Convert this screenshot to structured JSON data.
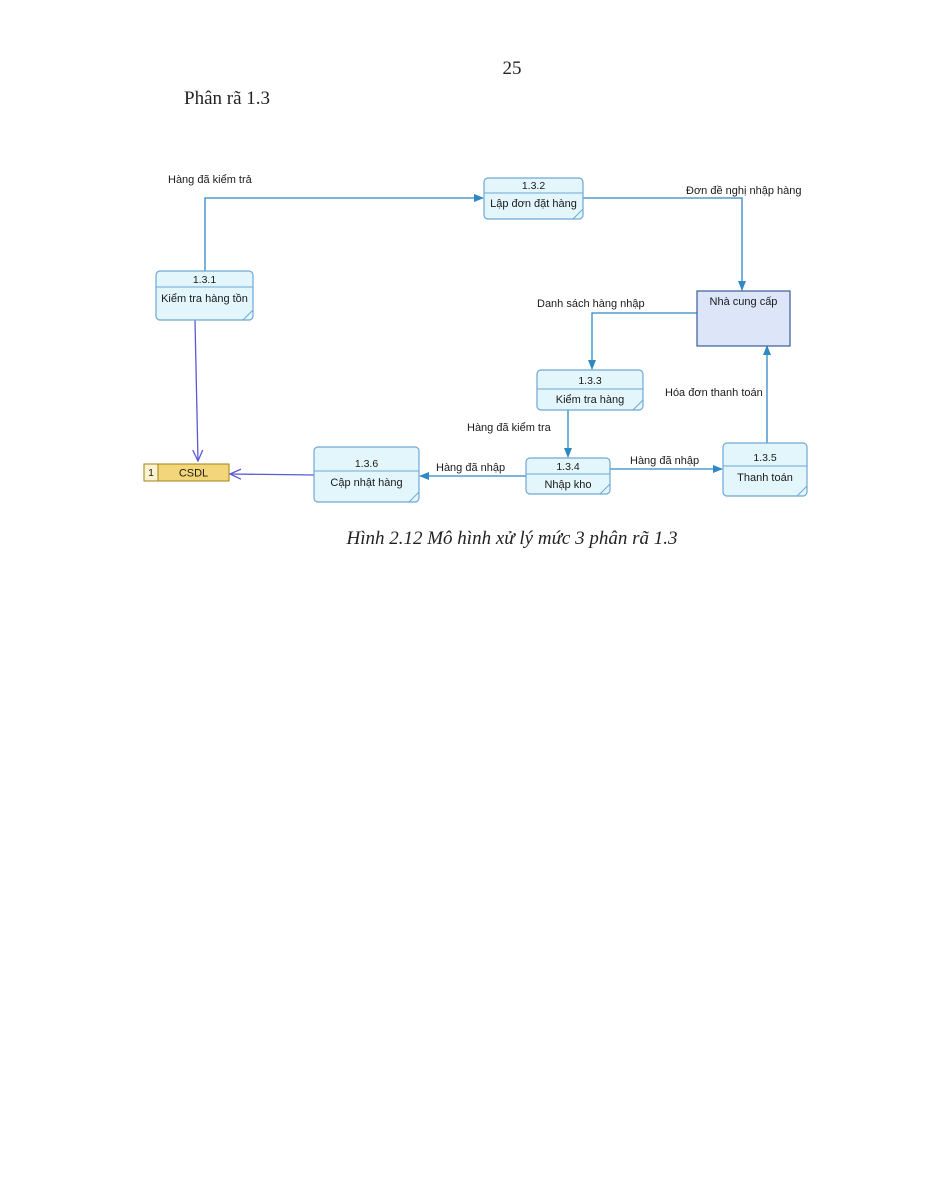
{
  "page_number": "25",
  "section_title": "Phân rã 1.3",
  "caption": "Hình 2.12 Mô hình xử lý mức 3 phân rã 1.3",
  "processes": {
    "p131": {
      "id": "1.3.1",
      "name": "Kiểm tra hàng tồn"
    },
    "p132": {
      "id": "1.3.2",
      "name": "Lập đơn đặt hàng"
    },
    "p133": {
      "id": "1.3.3",
      "name": "Kiểm tra hàng"
    },
    "p134": {
      "id": "1.3.4",
      "name": "Nhập kho"
    },
    "p135": {
      "id": "1.3.5",
      "name": "Thanh toán"
    },
    "p136": {
      "id": "1.3.6",
      "name": "Cập nhật hàng"
    }
  },
  "entity": {
    "name": "Nhà cung cấp"
  },
  "datastore": {
    "id": "1",
    "name": "CSDL"
  },
  "flows": {
    "f1": "Hàng đã kiểm trả",
    "f2": "Đơn đề nghị nhập hàng",
    "f3": "Danh sách hàng nhập",
    "f4": "Hàng đã kiểm tra",
    "f5": "Hàng đã nhập",
    "f6": "Hàng đã nhập",
    "f7": "Hóa đơn thanh toán"
  }
}
